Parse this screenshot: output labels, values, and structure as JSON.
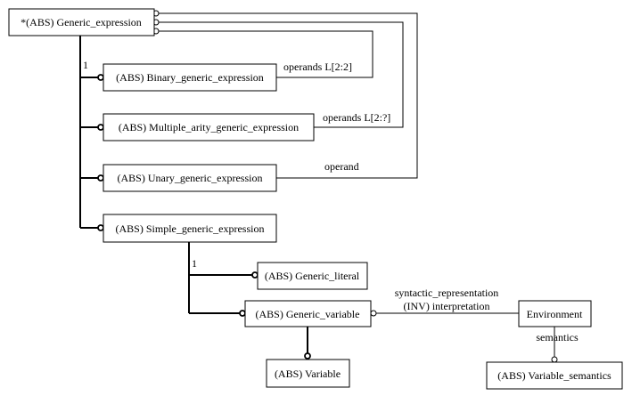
{
  "entities": {
    "generic_expression": "*(ABS) Generic_expression",
    "binary_generic_expression": "(ABS) Binary_generic_expression",
    "multiple_arity_generic_expression": "(ABS) Multiple_arity_generic_expression",
    "unary_generic_expression": "(ABS) Unary_generic_expression",
    "simple_generic_expression": "(ABS) Simple_generic_expression",
    "generic_literal": "(ABS) Generic_literal",
    "generic_variable": "(ABS) Generic_variable",
    "variable": "(ABS) Variable",
    "environment": "Environment",
    "variable_semantics": "(ABS) Variable_semantics"
  },
  "relations": {
    "operands_binary": "operands L[2:2]",
    "operands_multiple": "operands L[2:?]",
    "operand_unary": "operand",
    "syntactic_representation": "syntactic_representation",
    "inv_interpretation": "(INV) interpretation",
    "semantics": "semantics"
  },
  "cardinalities": {
    "generic_expression_subtypes": "1",
    "simple_generic_expression_subtypes": "1"
  }
}
